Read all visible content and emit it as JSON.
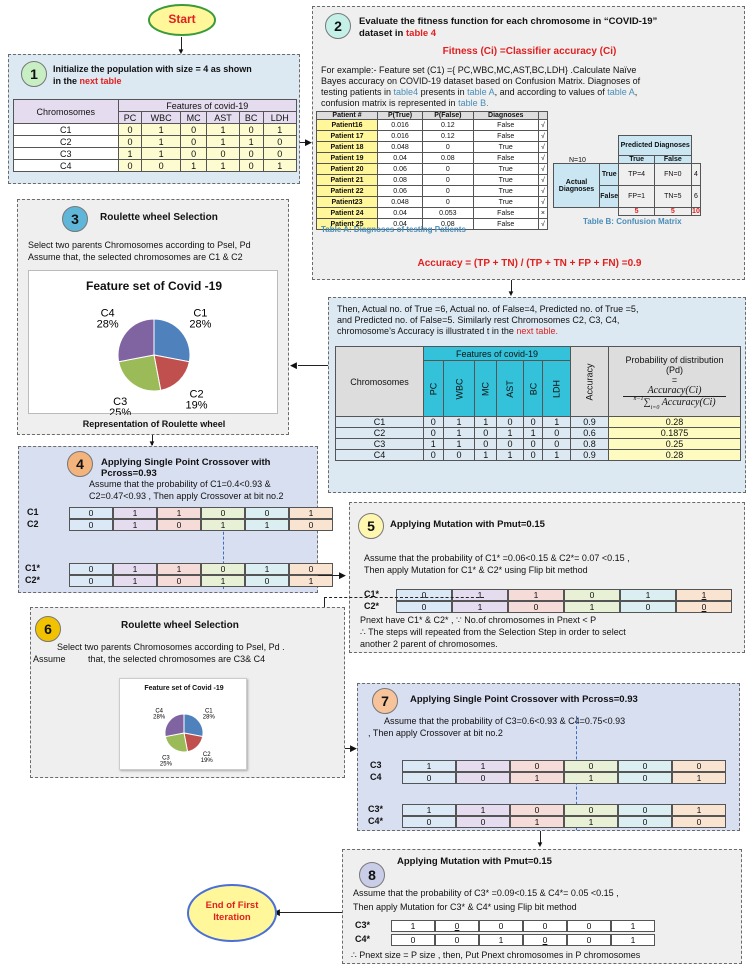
{
  "start": "Start",
  "end": "End of First Iteration",
  "colors": {
    "step1": "#c8eec4",
    "step2": "#c4f0e8",
    "step3": "#5fb6d8",
    "step4": "#f3b37d",
    "step5": "#fff6b0",
    "step6": "#f2c200",
    "step7": "#f6c39b",
    "step8": "#c9cde8",
    "pie": [
      "#4f81bd",
      "#c0504d",
      "#9bbb59",
      "#8064a2"
    ]
  },
  "features": [
    "PC",
    "WBC",
    "MC",
    "AST",
    "BC",
    "LDH"
  ],
  "step1": {
    "num": "1",
    "title_a": "Initialize the population with size = 4 as shown",
    "title_b": "in the ",
    "title_link": "next table",
    "col_chrom": "Chromosomes",
    "col_feat": "Features of covid-19",
    "rows": [
      {
        "name": "C1",
        "bits": [
          "0",
          "1",
          "0",
          "1",
          "0",
          "1"
        ]
      },
      {
        "name": "C2",
        "bits": [
          "0",
          "1",
          "0",
          "1",
          "1",
          "0"
        ]
      },
      {
        "name": "C3",
        "bits": [
          "1",
          "1",
          "0",
          "0",
          "0",
          "0"
        ]
      },
      {
        "name": "C4",
        "bits": [
          "0",
          "0",
          "1",
          "1",
          "0",
          "1"
        ]
      }
    ]
  },
  "step2": {
    "num": "2",
    "title_a": "Evaluate the fitness function for each chromosome in “COVID-19”",
    "title_b": "dataset in ",
    "title_link": "table 4",
    "fitness": "Fitness (Ci) =Classifier accuracy (Ci)",
    "para_1": "For example:- Feature set (C1) ={ PC,WBC,MC,AST,BC,LDH} .Calculate Naïve",
    "para_2": "Bayes accuracy on COVID-19 dataset based on Confusion Matrix. Diagnoses of",
    "para_3a": "testing patients in ",
    "para_3b": "table4",
    "para_3c": " presents in ",
    "para_3d": "table A",
    "para_3e": ", and according to values of ",
    "para_3f": "table A",
    "para_3g": ",",
    "para_4a": "confusion matrix is represented in ",
    "para_4b": "table B.",
    "tableA_headers": [
      "Patient #",
      "P(True)",
      "P(False)",
      "Diagnoses",
      ""
    ],
    "tableA_rows": [
      [
        "Patient16",
        "0.016",
        "0.12",
        "False",
        "√"
      ],
      [
        "Patient 17",
        "0.016",
        "0.12",
        "False",
        "√"
      ],
      [
        "Patient 18",
        "0.048",
        "0",
        "True",
        "√"
      ],
      [
        "Patient 19",
        "0.04",
        "0.08",
        "False",
        "√"
      ],
      [
        "Patient 20",
        "0.06",
        "0",
        "True",
        "√"
      ],
      [
        "Patient 21",
        "0.08",
        "0",
        "True",
        "√"
      ],
      [
        "Patient 22",
        "0.06",
        "0",
        "True",
        "√"
      ],
      [
        "Patient23",
        "0.048",
        "0",
        "True",
        "√"
      ],
      [
        "Patient 24",
        "0.04",
        "0.053",
        "False",
        "×"
      ],
      [
        "Patient 25",
        "0.04",
        "0.08",
        "False",
        "√"
      ]
    ],
    "tableA_caption": "Table A: Diagnoses of testing Patients",
    "n": "N=10",
    "pred": "Predicted Diagnoses",
    "actual": "Actual Diagnoses",
    "cm_true": "True",
    "cm_false": "False",
    "tp": "TP=4",
    "fn": "FN=0",
    "fp": "FP=1",
    "tn": "TN=5",
    "row_true_total": "4",
    "row_false_total": "6",
    "col_true_total": "5",
    "col_false_total": "5",
    "grand_total": "10",
    "tableB_caption": "Table B: Confusion Matrix",
    "accuracy": "Accuracy = (TP + TN) / (TP + TN + FP + FN) =0.9"
  },
  "step3": {
    "num": "3",
    "title": "Roulette wheel Selection",
    "line1": "Select two parents Chromosomes according to Psel, Pd",
    "line2": "Assume that, the selected chromosomes are C1 & C2",
    "chart_title": "Feature set of Covid -19",
    "caption": "Representation of Roulette wheel"
  },
  "chart_data": {
    "type": "pie",
    "title": "Feature set of Covid -19",
    "categories": [
      "C1",
      "C2",
      "C3",
      "C4"
    ],
    "values": [
      28,
      19,
      25,
      28
    ],
    "labels": [
      "28%",
      "19%",
      "25%",
      "28%"
    ]
  },
  "prob": {
    "intro_1": "Then, Actual no. of True =6, Actual no. of  False=4, Predicted no. of  True =5,",
    "intro_2": "and Predicted no. of  False=5. Similarly rest Chromosomes C2, C3, C4,",
    "intro_3a": "chromosome’s Accuracy is illustrated t in the ",
    "intro_3b": "next table.",
    "col_chrom": "Chromosomes",
    "col_feat": "Features of covid-19",
    "col_acc": "Accuracy",
    "col_prob_1": "Probability of distribution",
    "col_prob_2": "(Pd)",
    "col_prob_3": "=",
    "formula_num": "Accuracy(Ci)",
    "formula_den": "Accuracy(Ci)",
    "formula_sum_top": "n−1",
    "formula_sum_bot": "i=0",
    "rows": [
      {
        "name": "C1",
        "bits": [
          "0",
          "1",
          "1",
          "0",
          "0",
          "1"
        ],
        "acc": "0.9",
        "p": "0.28"
      },
      {
        "name": "C2",
        "bits": [
          "0",
          "1",
          "0",
          "1",
          "1",
          "0"
        ],
        "acc": "0.6",
        "p": "0.1875"
      },
      {
        "name": "C3",
        "bits": [
          "1",
          "1",
          "0",
          "0",
          "0",
          "0"
        ],
        "acc": "0.8",
        "p": "0.25"
      },
      {
        "name": "C4",
        "bits": [
          "0",
          "0",
          "1",
          "1",
          "0",
          "1"
        ],
        "acc": "0.9",
        "p": "0.28"
      }
    ]
  },
  "step4": {
    "num": "4",
    "title": "Applying Single Point Crossover with Pcross=0.93",
    "line1": "Assume that the probability of C1=0.4<0.93 &",
    "line2": "C2=0.47<0.93 , Then apply Crossover at  bit no.2",
    "parents": [
      {
        "name": "C1",
        "bits": [
          "0",
          "1",
          "1",
          "0",
          "0",
          "1"
        ]
      },
      {
        "name": "C2",
        "bits": [
          "0",
          "1",
          "0",
          "1",
          "1",
          "0"
        ]
      }
    ],
    "children": [
      {
        "name": "C1*",
        "bits": [
          "0",
          "1",
          "1",
          "0",
          "1",
          "0"
        ]
      },
      {
        "name": "C2*",
        "bits": [
          "0",
          "1",
          "0",
          "1",
          "0",
          "1"
        ]
      }
    ]
  },
  "step5": {
    "num": "5",
    "title": "Applying Mutation with Pmut=0.15",
    "line1": "Assume that the probability of C1* =0.06<0.15  & C2*= 0.07 <0.15 ,",
    "line2": "Then apply Mutation  for C1* & C2*  using Flip bit method",
    "rows": [
      {
        "name": "C1*",
        "bits": [
          "0",
          "1",
          "1",
          "0",
          "1",
          "1"
        ]
      },
      {
        "name": "C2*",
        "bits": [
          "0",
          "1",
          "0",
          "1",
          "0",
          "0"
        ]
      }
    ],
    "note1": "Pnext  have C1*  & C2* , ∵ No.of chromosomes in Pnext < P",
    "note2": "∴ The steps will repeated from the Selection Step in order to select",
    "note3": "another 2 parent of chromosomes."
  },
  "step6": {
    "num": "6",
    "title": "Roulette wheel Selection",
    "line1": "Select two parents Chromosomes according to Psel, Pd .",
    "line2": "Assume         that, the selected chromosomes are C3& C4",
    "chart_title": "Feature set of Covid -19"
  },
  "step7": {
    "num": "7",
    "title": "Applying Single Point Crossover with Pcross=0.93",
    "line1": "Assume that the probability of  C3=0.6<0.93  & C4=0.75<0.93",
    "line2": ", Then apply Crossover at  bit no.2",
    "parents": [
      {
        "name": "C3",
        "bits": [
          "1",
          "1",
          "0",
          "0",
          "0",
          "0"
        ]
      },
      {
        "name": "C4",
        "bits": [
          "0",
          "0",
          "1",
          "1",
          "0",
          "1"
        ]
      }
    ],
    "children": [
      {
        "name": "C3*",
        "bits": [
          "1",
          "1",
          "0",
          "0",
          "0",
          "1"
        ]
      },
      {
        "name": "C4*",
        "bits": [
          "0",
          "0",
          "1",
          "1",
          "0",
          "0"
        ]
      }
    ]
  },
  "step8": {
    "num": "8",
    "title": "Applying Mutation with Pmut=0.15",
    "line1": "Assume that the probability of  C3* =0.09<0.15  & C4*= 0.05 <0.15  ,",
    "line2": "Then apply Mutation  for C3*  & C4*  using Flip bit method",
    "rows": [
      {
        "name": "C3*",
        "bits": [
          "1",
          "0",
          "0",
          "0",
          "0",
          "1"
        ]
      },
      {
        "name": "C4*",
        "bits": [
          "0",
          "0",
          "1",
          "0",
          "0",
          "1"
        ]
      }
    ],
    "note": "∴ Pnext size = P size , then, Put Pnext chromosomes in P chromosomes"
  }
}
